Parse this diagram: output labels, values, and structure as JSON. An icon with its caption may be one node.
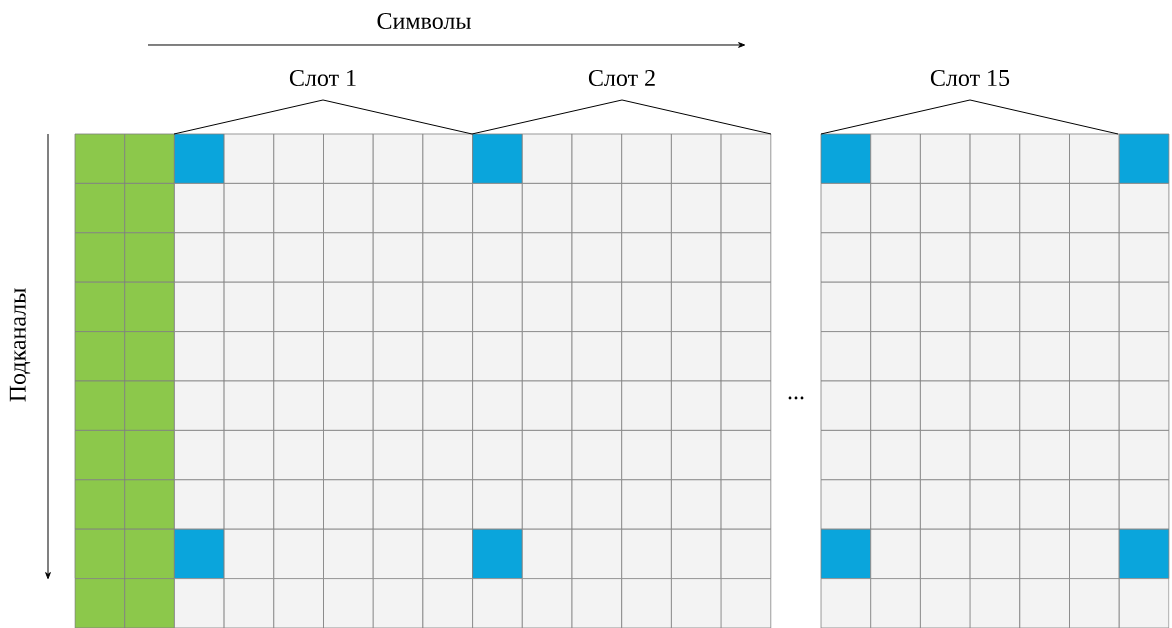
{
  "diagram": {
    "labels": [
      "Символы",
      "Слот 1",
      "Слот 2",
      "Слот 15",
      "Подканалы",
      "..."
    ]
  }
}
